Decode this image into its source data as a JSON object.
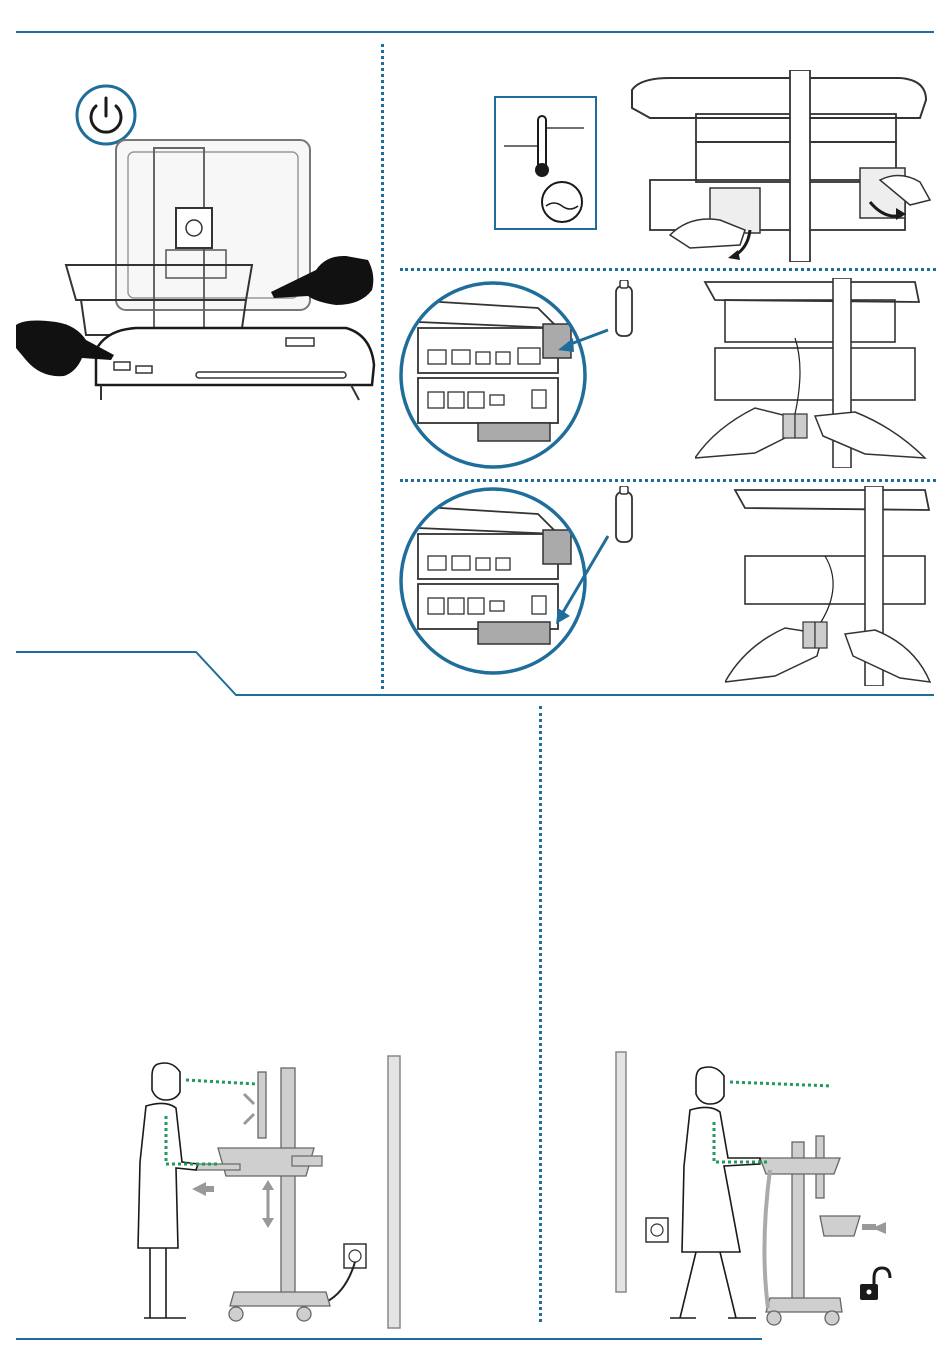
{
  "colors": {
    "accent": "#1f6d9a",
    "ink": "#1a1a1a",
    "cart_grey": "#cfcfcf",
    "sightline_green": "#1f9a5a"
  },
  "icons": {
    "power": "power-icon",
    "thermometer": "thermometer-icon",
    "water_drop": "water-icon",
    "battery": "battery-icon",
    "unlock": "unlock-padlock-icon",
    "wall_outlet": "wall-outlet-icon"
  },
  "panels": [
    {
      "name": "power-on-illustration"
    },
    {
      "name": "storage-conditions-and-drawer-removal"
    },
    {
      "name": "upper-drawer-battery-install"
    },
    {
      "name": "lower-drawer-battery-install"
    },
    {
      "name": "ergonomic-standing-position-plugged-in"
    },
    {
      "name": "ergonomic-moving-position-unlocked"
    }
  ]
}
